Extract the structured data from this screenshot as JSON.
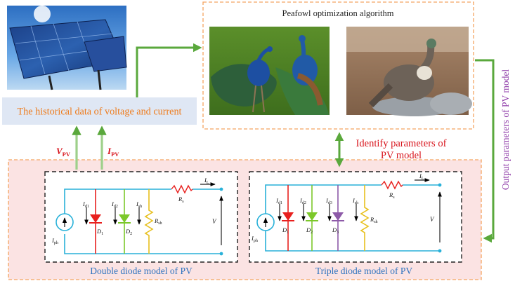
{
  "top": {
    "historical_data_label": "The historical data of voltage and current",
    "algorithm_title": "Peafowl optimization algorithm",
    "identify_label_line1": "Identify parameters of",
    "identify_label_line2": "PV model",
    "output_label": "Output parameters of PV model",
    "v_pv": {
      "base": "V",
      "sub": "PV"
    },
    "i_pv": {
      "base": "I",
      "sub": "PV"
    }
  },
  "double_diode": {
    "caption": "Double diode model of PV",
    "source_current": {
      "base": "I",
      "sub": "ph"
    },
    "diode_currents": [
      {
        "base": "I",
        "sub": "d1"
      },
      {
        "base": "I",
        "sub": "d2"
      }
    ],
    "shunt_current": {
      "base": "I",
      "sub": "sh"
    },
    "diodes": [
      {
        "base": "D",
        "sub": "1"
      },
      {
        "base": "D",
        "sub": "2"
      }
    ],
    "shunt_resistor": {
      "base": "R",
      "sub": "sh"
    },
    "series_resistor": {
      "base": "R",
      "sub": "s"
    },
    "load_current": {
      "base": "I",
      "sub": "L"
    },
    "voltage": "V"
  },
  "triple_diode": {
    "caption": "Triple diode model of PV",
    "source_current": {
      "base": "I",
      "sub": "ph"
    },
    "diode_currents": [
      {
        "base": "I",
        "sub": "d1"
      },
      {
        "base": "I",
        "sub": "d2"
      },
      {
        "base": "I",
        "sub": "d3"
      }
    ],
    "shunt_current": {
      "base": "I",
      "sub": "sh"
    },
    "diodes": [
      {
        "base": "D",
        "sub": "1"
      },
      {
        "base": "D",
        "sub": "2"
      },
      {
        "base": "D",
        "sub": "3"
      }
    ],
    "shunt_resistor": {
      "base": "R",
      "sub": "sh"
    },
    "series_resistor": {
      "base": "R",
      "sub": "s"
    },
    "load_current": {
      "base": "I",
      "sub": "L"
    },
    "voltage": "V"
  },
  "colors": {
    "arrow_green": "#5aa83c",
    "flow_orange": "#f4a460",
    "pink_panel": "#fbe3e3",
    "blue_panel": "#dfe7f4",
    "wire_cyan": "#29b1d9",
    "diode_red": "#e8201e",
    "diode_green": "#7cc82a",
    "diode_purple": "#8d5aa8",
    "resistor_yellow": "#e7c01d",
    "label_red": "#d8141c",
    "label_orange": "#ee7d1f",
    "caption_blue": "#2f74c0",
    "output_purple": "#8e3aa8",
    "identify_red": "#d8141c"
  }
}
